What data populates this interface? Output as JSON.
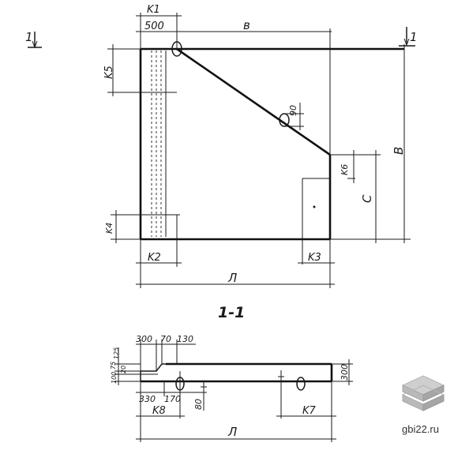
{
  "drawing": {
    "section_marker": "1",
    "section_title": "1-1",
    "main_view_labels": {
      "k1": "K1",
      "width_500": "500",
      "b": "в",
      "k5": "K5",
      "height_B": "В",
      "dim_90": "90",
      "k6": "K6",
      "c": "С",
      "k4": "K4",
      "k2": "K2",
      "k3": "K3",
      "length_L": "Л"
    },
    "section_view_labels": {
      "d300": "300",
      "d70": "70",
      "d130": "130",
      "d125": "125",
      "d75": "75",
      "d20": "20",
      "d100": "100",
      "d330": "330",
      "d170": "170",
      "k8": "K8",
      "d80": "80",
      "k7": "K7",
      "height_300": "300",
      "length_L": "Л"
    }
  },
  "watermark": {
    "site": "gbi22.ru"
  }
}
